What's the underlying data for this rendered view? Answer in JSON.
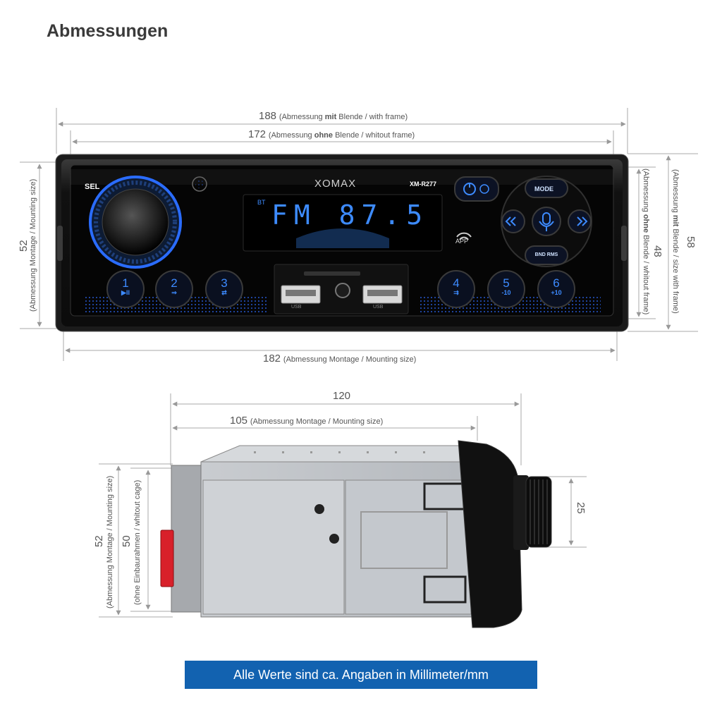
{
  "title": "Abmessungen",
  "dims": {
    "w188": {
      "value": "188",
      "pre": "(Abmessung ",
      "bold": "mit",
      "post": " Blende / with frame)"
    },
    "w172": {
      "value": "172",
      "pre": "(Abmessung ",
      "bold": "ohne",
      "post": " Blende / whitout frame)"
    },
    "w182": {
      "value": "182",
      "text": "(Abmessung Montage / Mounting size)"
    },
    "h52_front": {
      "value": "52",
      "text": "(Abmessung Montage / Mounting size)"
    },
    "h48": {
      "value": "48",
      "pre": "(Abmessung ",
      "bold": "ohne",
      "post": " Blende / whitout frame)"
    },
    "h58": {
      "value": "58",
      "pre": "(Abmessung ",
      "bold": "mit",
      "post": " Blende / size with frame)"
    },
    "d120": {
      "value": "120"
    },
    "d105": {
      "value": "105",
      "text": "(Abmessung Montage / Mounting size)"
    },
    "h52_side": {
      "value": "52",
      "text": "(Abmessung Montage / Mounting size)"
    },
    "h50": {
      "value": "50",
      "text": "(ohne Einbaurahmen / whitout cage)"
    },
    "k25": {
      "value": "25"
    }
  },
  "radio": {
    "brand": "XOMAX",
    "model": "XM-R277",
    "sel": "SEL",
    "display_bt": "BT",
    "display_text": "FM 87.5",
    "app": "APP",
    "mode": "MODE",
    "band": "BND RMS",
    "usb": "USB",
    "presets": [
      {
        "num": "1",
        "sub": "▶II"
      },
      {
        "num": "2",
        "sub": "⇒"
      },
      {
        "num": "3",
        "sub": "⇄"
      },
      {
        "num": "4",
        "sub": "⇉"
      },
      {
        "num": "5",
        "sub": "-10"
      },
      {
        "num": "6",
        "sub": "+10"
      }
    ]
  },
  "note": "Alle Werte sind ca. Angaben in Millimeter/mm",
  "colors": {
    "accent_blue": "#3d8bff",
    "banner": "#1262b0"
  }
}
